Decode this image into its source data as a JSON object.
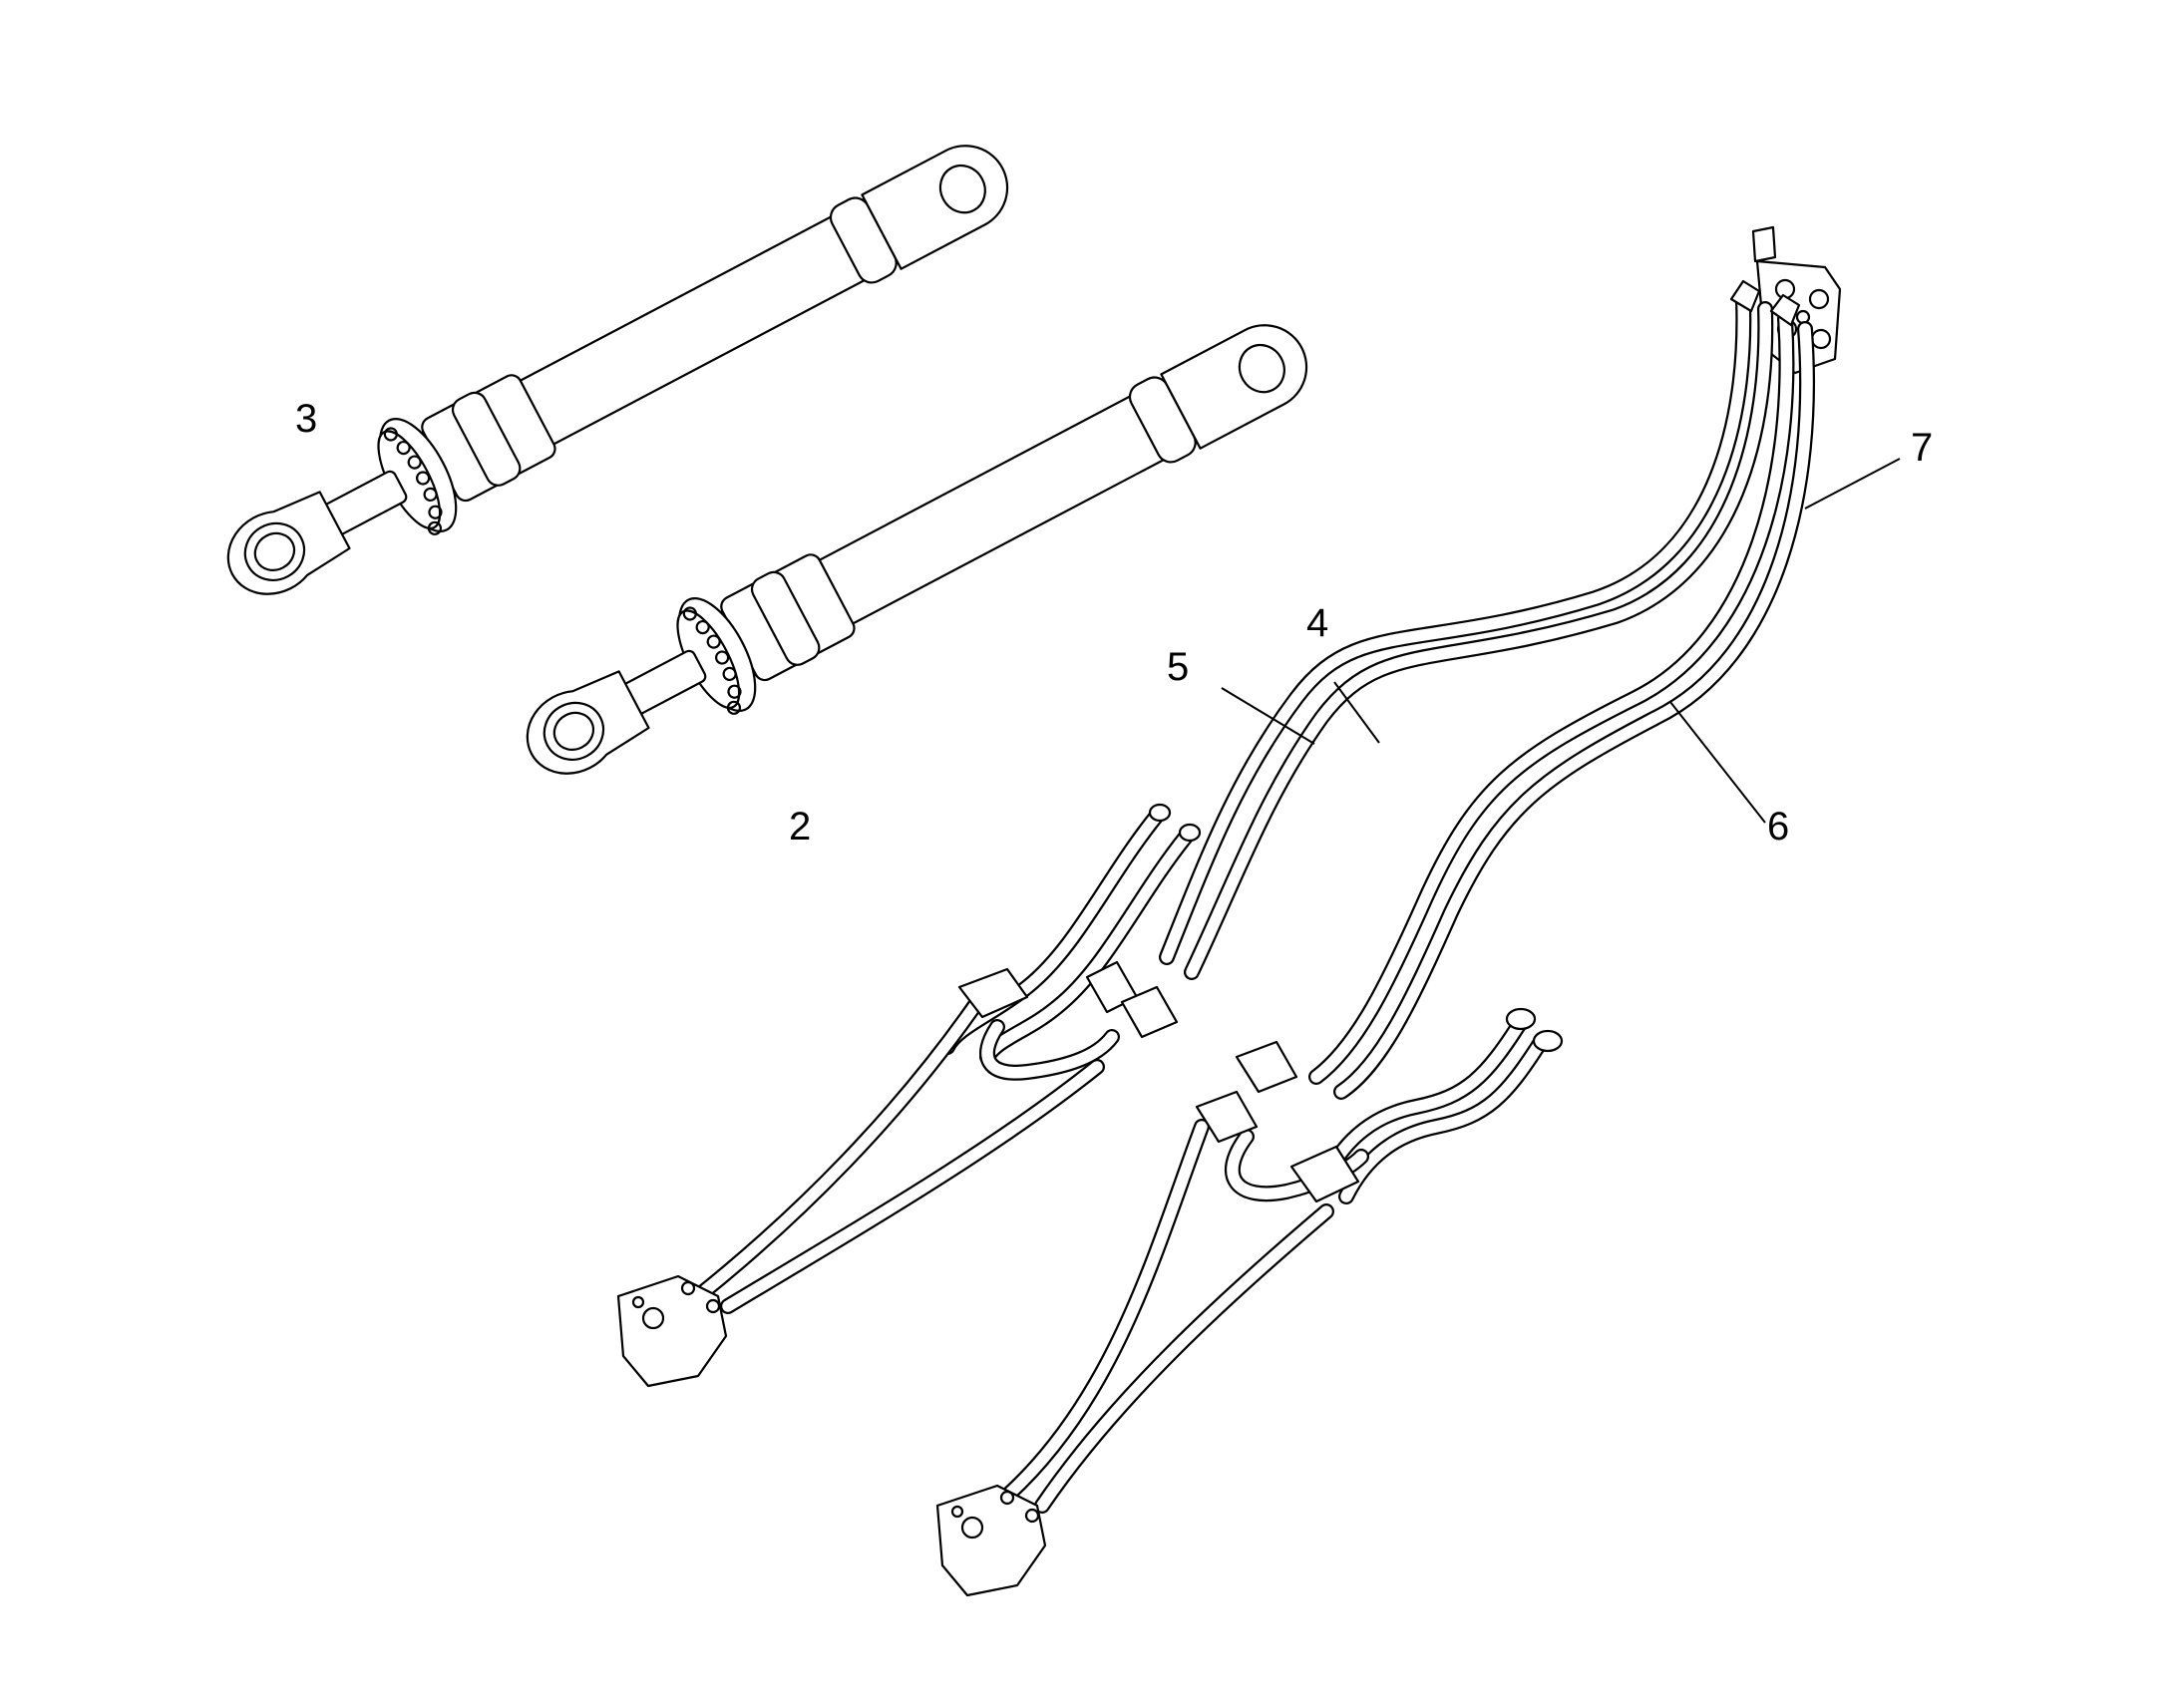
{
  "labels": {
    "cyl_upper": "3",
    "cyl_lower": "2",
    "hose_4": "4",
    "hose_5": "5",
    "hose_6": "6",
    "hose_7": "7"
  },
  "colors": {
    "line": "#000000",
    "background": "#ffffff"
  }
}
